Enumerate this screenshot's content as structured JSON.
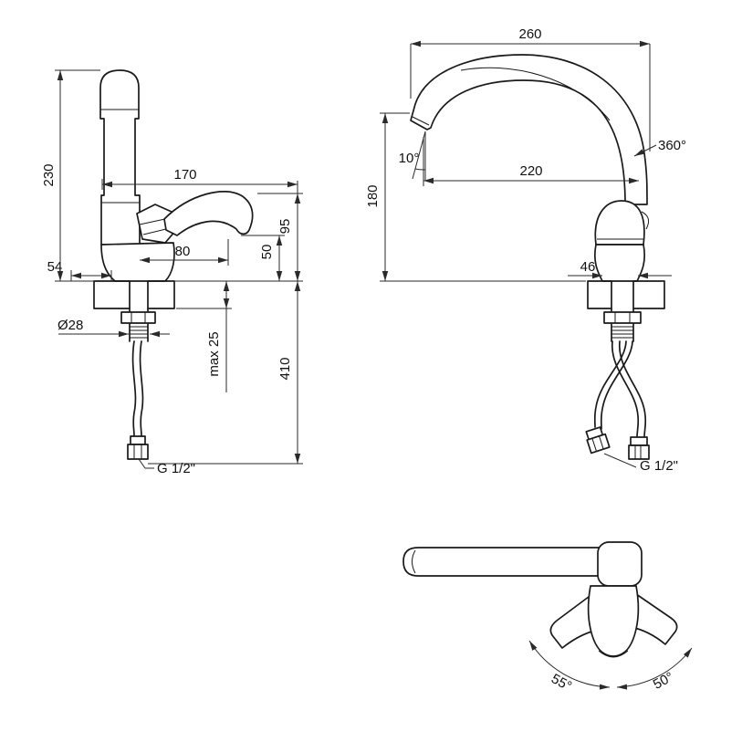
{
  "drawing": {
    "side_view": {
      "overall_height": "230",
      "spout_length": "170",
      "handle_offset": "80",
      "base_depth": "54",
      "spout_height_above_deck": "95",
      "handle_height_above_deck": "50",
      "shank_diameter": "Ø28",
      "max_deck_thickness": "max 25",
      "hose_drop_length": "410",
      "connection_thread": "G 1/2\""
    },
    "front_view": {
      "overall_width": "260",
      "spout_swivel_angle": "360°",
      "outlet_angle": "10°",
      "spout_reach": "220",
      "outlet_height": "180",
      "body_width": "46",
      "connection_thread": "G 1/2\""
    },
    "top_view": {
      "handle_swing_left": "55°",
      "handle_swing_right": "50°"
    }
  }
}
